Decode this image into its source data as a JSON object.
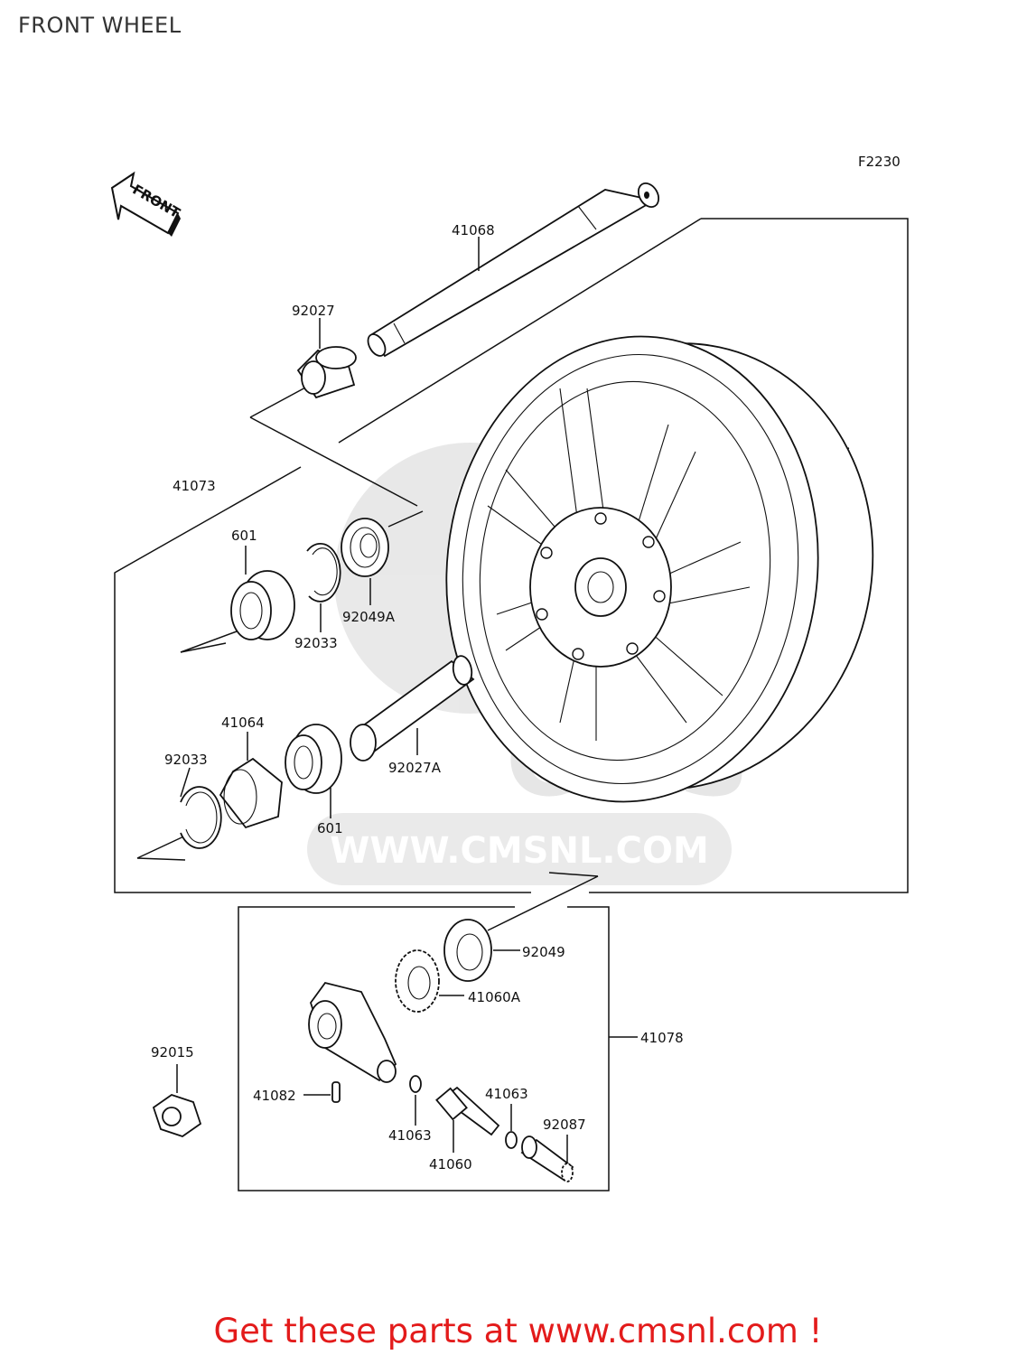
{
  "page": {
    "title": "FRONT WHEEL",
    "footer": "Get these parts at www.cmsnl.com !"
  },
  "diagram": {
    "code": "F2230",
    "front_label": "FRONT",
    "watermark": "WWW.CMSNL.COM",
    "watermark_logo": "CMS",
    "parts": {
      "p41068": "41068",
      "p92027": "92027",
      "p41073": "41073",
      "p601a": "601",
      "p92033a": "92033",
      "p92049A": "92049A",
      "p41064": "41064",
      "p92033b": "92033",
      "p601b": "601",
      "p92027A": "92027A",
      "p92049": "92049",
      "p41060A": "41060A",
      "p41078": "41078",
      "p92015": "92015",
      "p41082": "41082",
      "p41063a": "41063",
      "p41063b": "41063",
      "p92087": "92087",
      "p41060": "41060"
    }
  }
}
